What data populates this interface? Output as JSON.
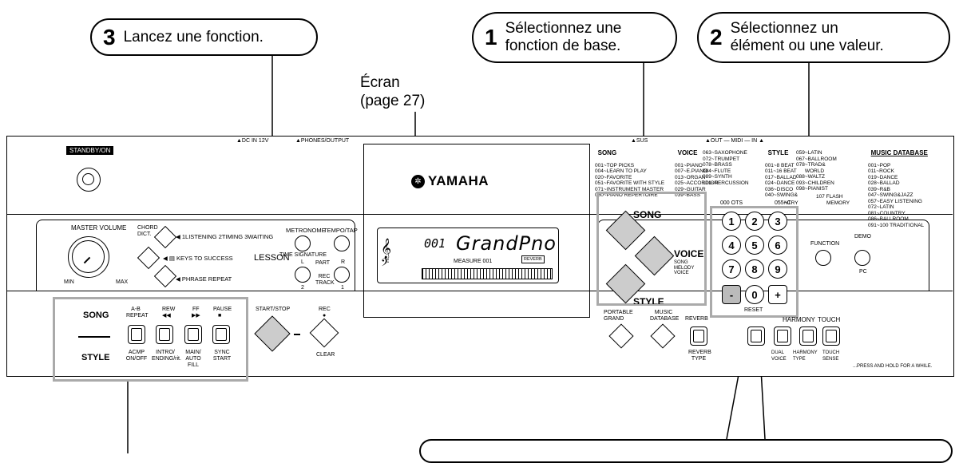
{
  "callouts": {
    "step3": {
      "num": "3",
      "text": "Lancez une fonction."
    },
    "step1": {
      "num": "1",
      "line1": "Sélectionnez une",
      "line2": "fonction de base."
    },
    "step2": {
      "num": "2",
      "line1": "Sélectionnez un",
      "line2": "élément ou une valeur."
    }
  },
  "screen_label": {
    "line1": "Écran",
    "line2": "(page 27)"
  },
  "panel": {
    "dc_in": "▲DC IN 12V",
    "phones": "▲PHONES/OUTPUT",
    "sus": "▲SUS",
    "out_midi": "▲OUT — MIDI — IN ▲",
    "standby": "STANDBY/ON",
    "brand": "YAMAHA",
    "master_volume": "MASTER VOLUME",
    "min": "MIN",
    "max": "MAX",
    "chord_dict": "CHORD DICT.",
    "listening": "◀ 1LISTENING 2TIMING 3WAITING",
    "keys_to_success": "◀ ▤ KEYS TO SUCCESS",
    "lesson": "LESSON",
    "phrase_repeat": "◀ PHRASE REPEAT",
    "metronome": "METRONOME",
    "tempo_tap": "TEMPO/TAP",
    "time_signature": "TIME SIGNATURE",
    "part": "PART",
    "part_l": "L",
    "part_r": "R",
    "rec_track": "REC TRACK",
    "track_2": "2",
    "track_1": "1",
    "lcd_number": "001",
    "lcd_name": "GrandPno",
    "lcd_measure": "MEASURE 001",
    "lcd_reverb": "REVERB",
    "song_label": "SONG",
    "style_label": "STYLE",
    "ab_repeat": "A-B REPEAT",
    "rew": "REW",
    "ff": "FF",
    "pause": "PAUSE",
    "acmp": "ACMP ON/OFF",
    "intro": "INTRO/ ENDING/rit.",
    "main": "MAIN/ AUTO FILL",
    "sync": "SYNC START",
    "start_stop": "START/STOP",
    "rec": "REC",
    "clear": "CLEAR",
    "btn_song": "SONG",
    "btn_voice": "VOICE",
    "song_melody": "SONG MELODY VOICE",
    "btn_style": "STYLE",
    "portable_grand": "PORTABLE GRAND",
    "music_database": "MUSIC DATABASE",
    "reverb": "REVERB",
    "reverb_type": "REVERB TYPE",
    "harmony": "HARMONY",
    "touch": "TOUCH",
    "dual_voice": "DUAL VOICE",
    "harmony_type": "HARMONY TYPE",
    "touch_sense": "TOUCH SENSE",
    "function": "FUNCTION",
    "demo": "DEMO",
    "pc": "PC",
    "reset": "RESET",
    "press_hold": "...PRESS AND HOLD FOR A WHILE.",
    "ots": "000 OTS",
    "memory": "MEMORY",
    "flash": "107 FLASH",
    "country": "NTRY"
  },
  "numkeys": [
    "1",
    "2",
    "3",
    "4",
    "5",
    "6",
    "7",
    "8",
    "9",
    "-",
    "0",
    "+"
  ],
  "lists": {
    "song_title": "SONG",
    "song": "001~TOP PICKS\n004~LEARN TO PLAY\n020~FAVORITE\n051~FAVORITE WITH STYLE\n071~INSTRUMENT MASTER\n080~PIANO REPERTOIRE",
    "voice_title": "VOICE",
    "voice1": "001~PIANO\n007~E.PIANO\n013~ORGAN\n025~ACCORDION\n029~GUITAR\n039~BASS",
    "voice2": "063~SAXOPHONE\n072~TRUMPET\n078~BRASS\n084~FLUTE\n089~SYNTH\n101~PERCUSSION",
    "style_title": "STYLE",
    "style1": "001~8 BEAT\n011~16 BEAT\n017~BALLAD\n024~DANCE\n036~DISCO\n040~SWING&",
    "style2": "059~LATIN\n067~BALLROOM\n078~TRAD&\n      WORLD\n088~WALTZ\n093~CHILDREN\n098~PIANIST",
    "mdb_title": "MUSIC DATABASE",
    "mdb": "001~POP\n011~ROCK\n019~DANCE\n028~BALLAD\n039~R&B\n047~SWING&JAZZ\n057~EASY LISTENING\n072~LATIN\n081~COUNTRY\n086~BALLROOM\n091~100 TRADITIONAL",
    "ots_right": "055~C"
  }
}
